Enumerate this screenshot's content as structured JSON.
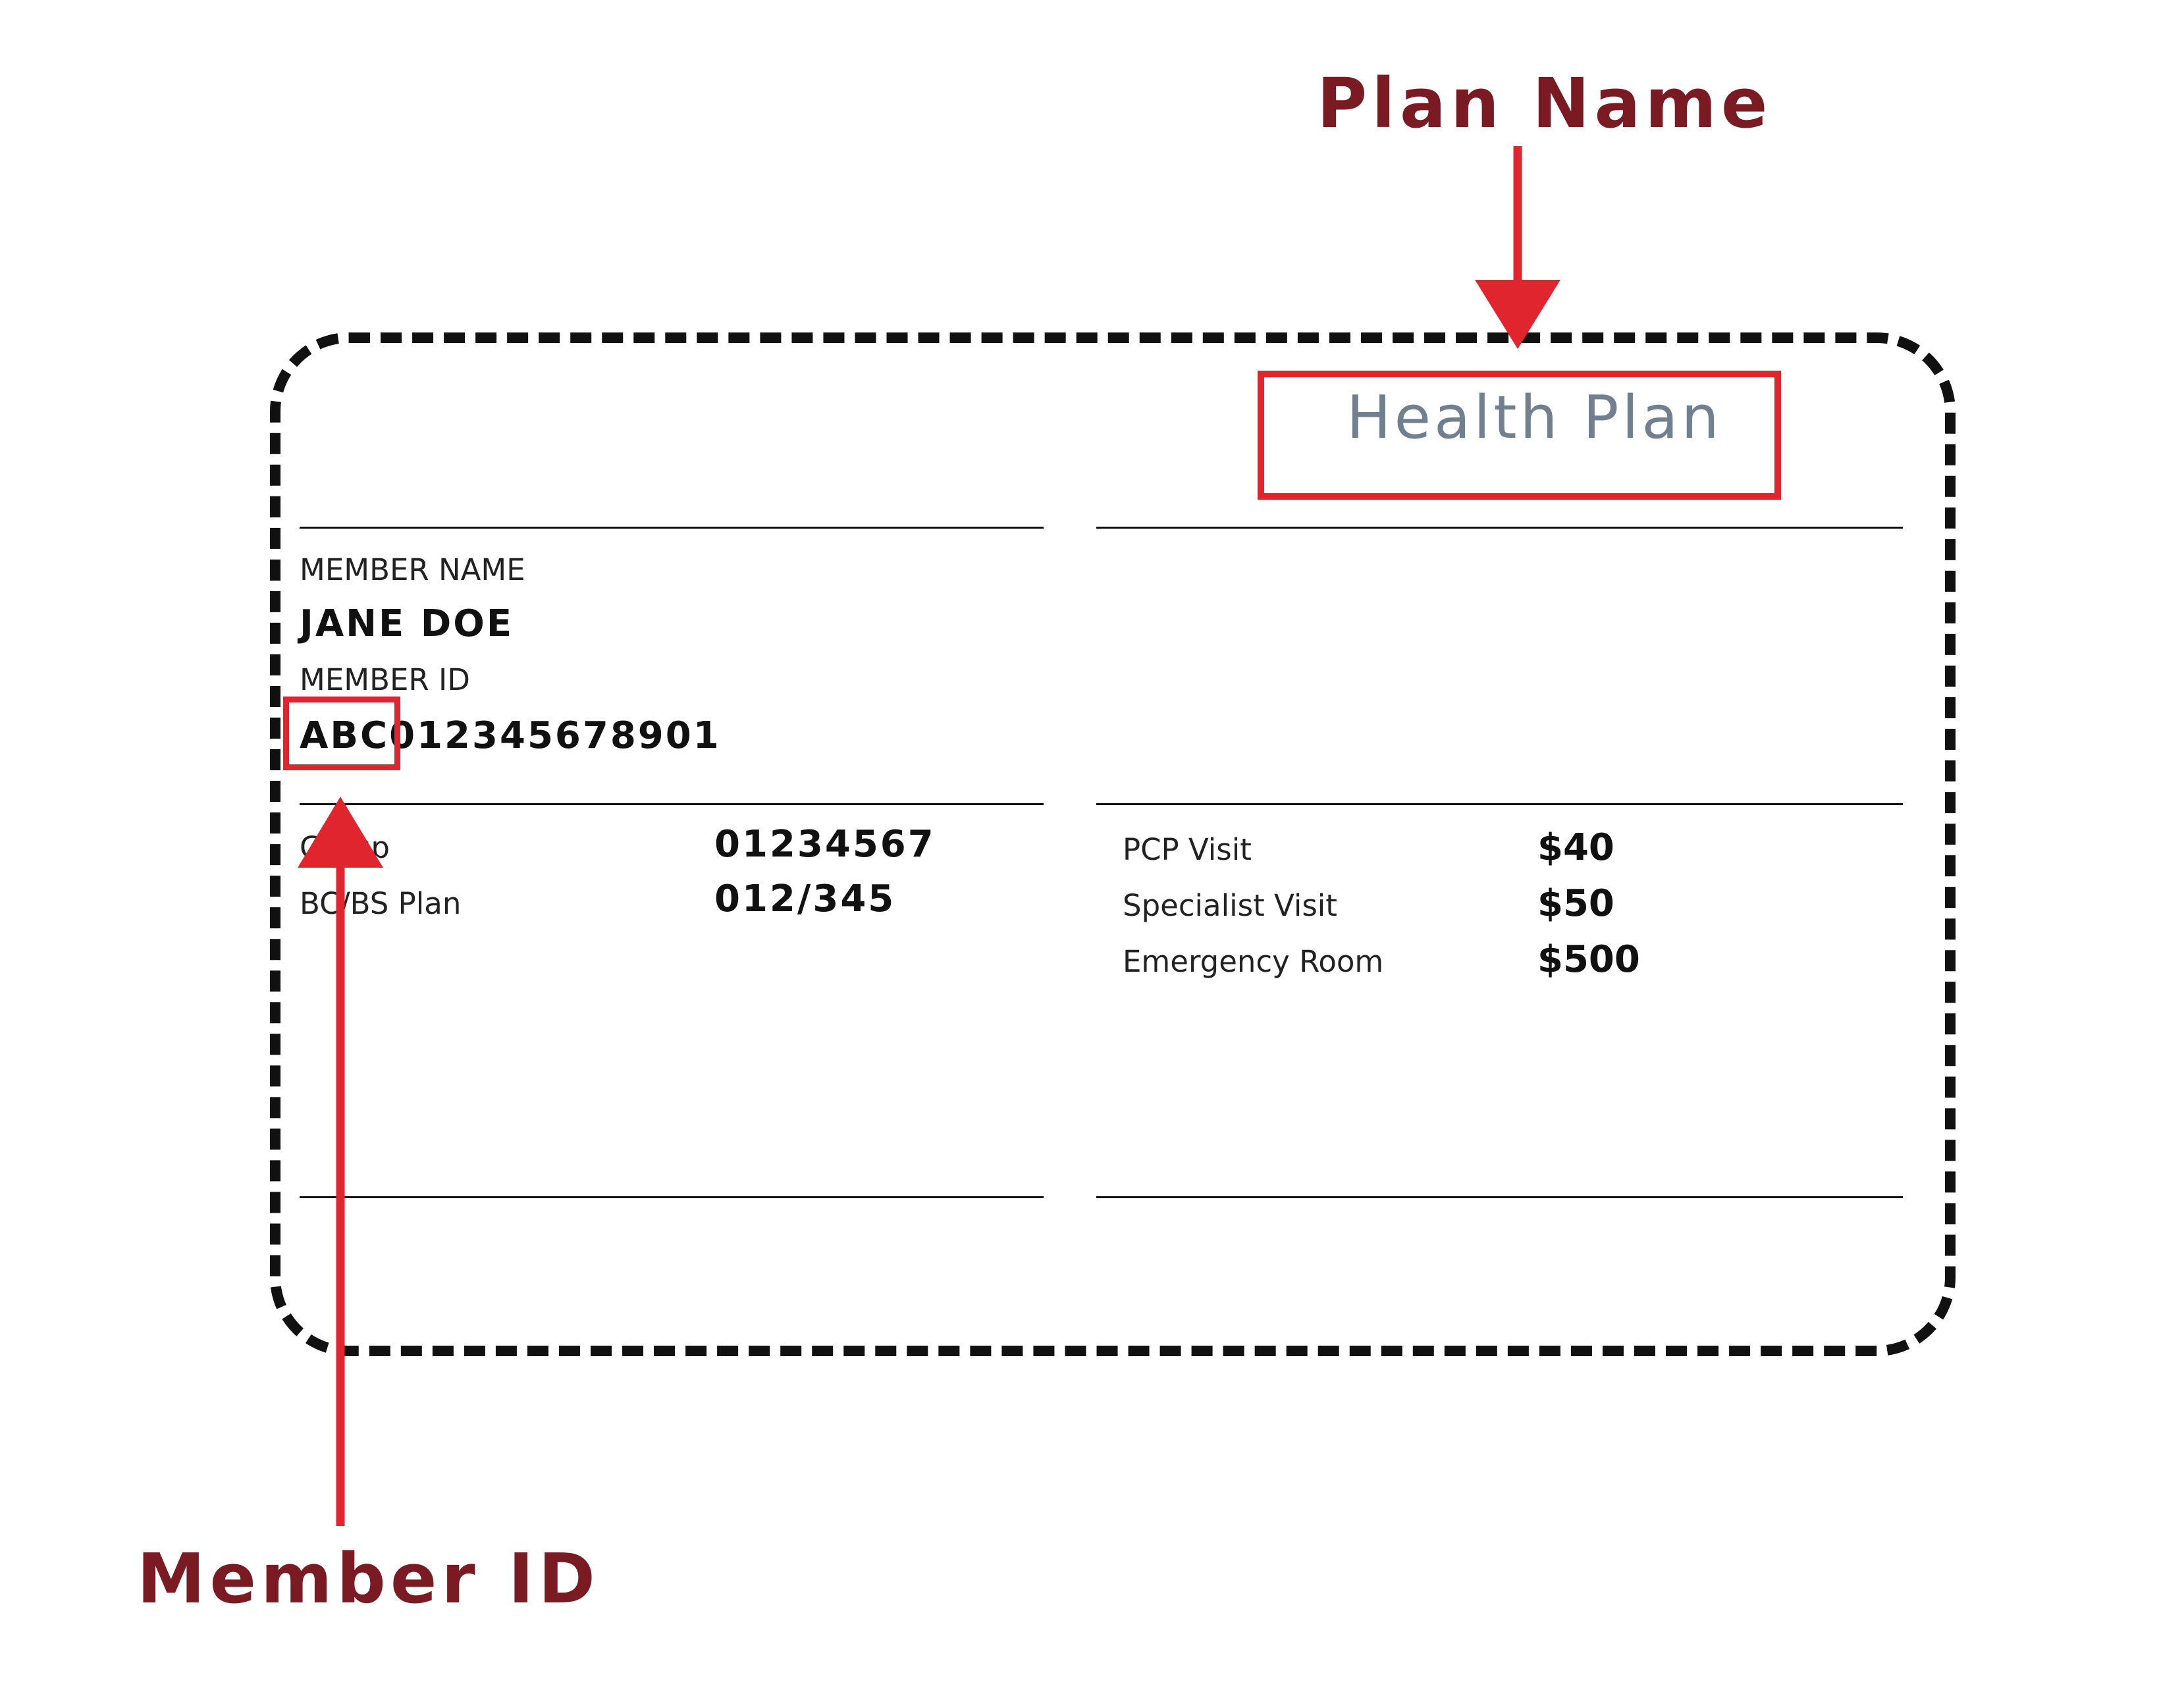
{
  "colors": {
    "callout_text": "#7a1a22",
    "highlight": "#e0252e",
    "plan_name_text": "#708090",
    "card_border": "#111111"
  },
  "callouts": {
    "plan_name": "Plan Name",
    "member_id": "Member ID"
  },
  "card": {
    "plan_name": "Health Plan",
    "member_name_label": "MEMBER NAME",
    "member_name": "JANE DOE",
    "member_id_label": "MEMBER ID",
    "member_id": "ABC012345678901",
    "group_label": "Group",
    "group_value": "01234567",
    "plan_label": "BC/BS Plan",
    "plan_value": "012/345",
    "copays": [
      {
        "label": "PCP Visit",
        "value": "$40"
      },
      {
        "label": "Specialist Visit",
        "value": "$50"
      },
      {
        "label": "Emergency Room",
        "value": "$500"
      }
    ]
  }
}
